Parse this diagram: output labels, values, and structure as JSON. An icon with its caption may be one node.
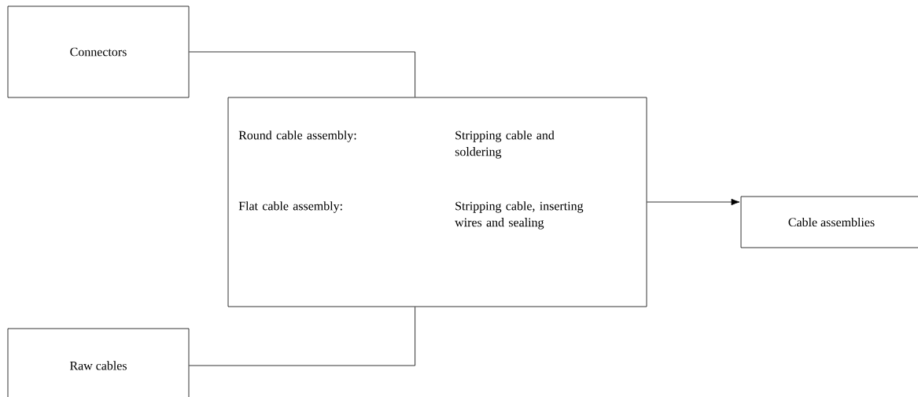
{
  "diagram": {
    "nodes": [
      {
        "text": [
          "Connectors"
        ]
      },
      {
        "text": [
          "Round cable assembly:",
          "Stripping cable and soldering",
          "Flat cable assembly:",
          "Stripping cable, inserting wires and sealing"
        ]
      },
      {
        "text": [
          "Cable assemblies"
        ]
      },
      {
        "text": [
          "Raw cables"
        ]
      }
    ],
    "edges": [
      {
        "from": 0,
        "to": 1,
        "arrow": "none"
      },
      {
        "from": 3,
        "to": 1,
        "arrow": "none"
      },
      {
        "from": 1,
        "to": 2,
        "arrow": "to"
      }
    ]
  }
}
